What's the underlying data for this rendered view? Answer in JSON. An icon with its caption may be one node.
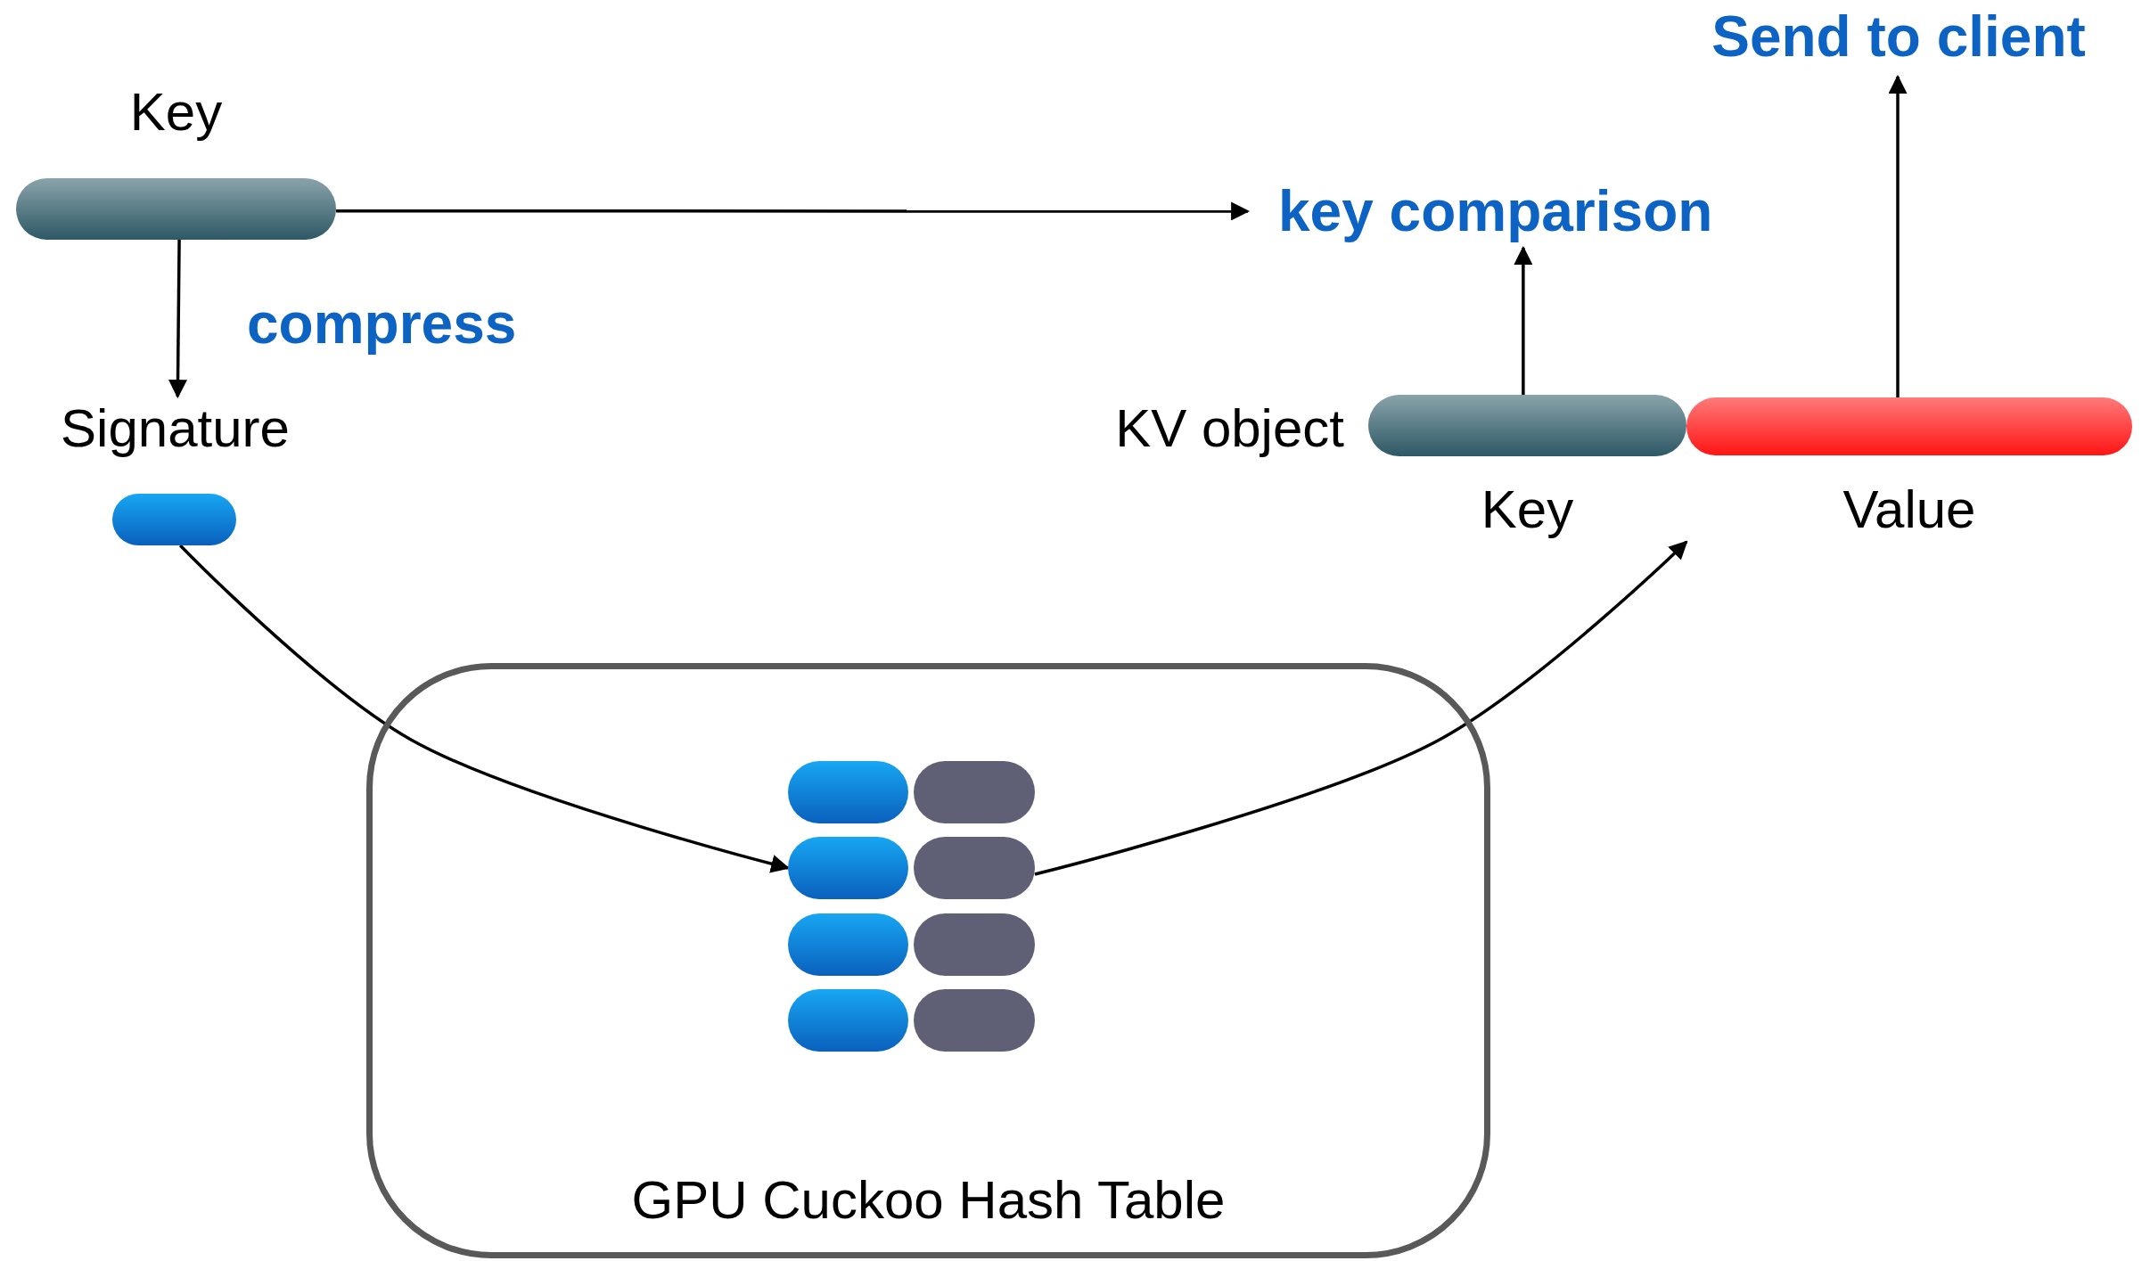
{
  "diagram": {
    "nodes": [
      {
        "text": [
          "Key"
        ]
      },
      {
        "text": [
          "Signature"
        ]
      },
      {
        "text": [
          "key comparison"
        ]
      },
      {
        "text": [
          "GPU Cuckoo Hash Table"
        ]
      },
      {
        "text": [],
        "shape": "bar",
        "in": 3
      },
      {
        "text": [],
        "shape": "bar",
        "in": 3
      },
      {
        "text": [],
        "shape": "bar",
        "in": 3
      },
      {
        "text": [],
        "shape": "bar",
        "in": 3
      },
      {
        "text": [],
        "shape": "bar",
        "in": 3
      },
      {
        "text": [],
        "shape": "bar",
        "in": 3
      },
      {
        "text": [],
        "shape": "bar",
        "in": 3
      },
      {
        "text": [],
        "shape": "bar",
        "in": 3
      },
      {
        "text": [
          "Key"
        ],
        "beside": [
          "KV object"
        ]
      },
      {
        "text": [
          "Value"
        ]
      },
      {
        "text": [
          "Send to client"
        ]
      }
    ],
    "edges": [
      {
        "from": 0,
        "to": 2,
        "arrow": "to"
      },
      {
        "from": 0,
        "to": 1,
        "arrow": "to",
        "label": "compress"
      },
      {
        "from": 1,
        "to": 6,
        "arrow": "to"
      },
      {
        "from": 7,
        "to": 12,
        "arrow": "to"
      },
      {
        "from": 12,
        "to": 2,
        "arrow": "to"
      },
      {
        "from": 13,
        "to": 14,
        "arrow": "to"
      }
    ]
  }
}
